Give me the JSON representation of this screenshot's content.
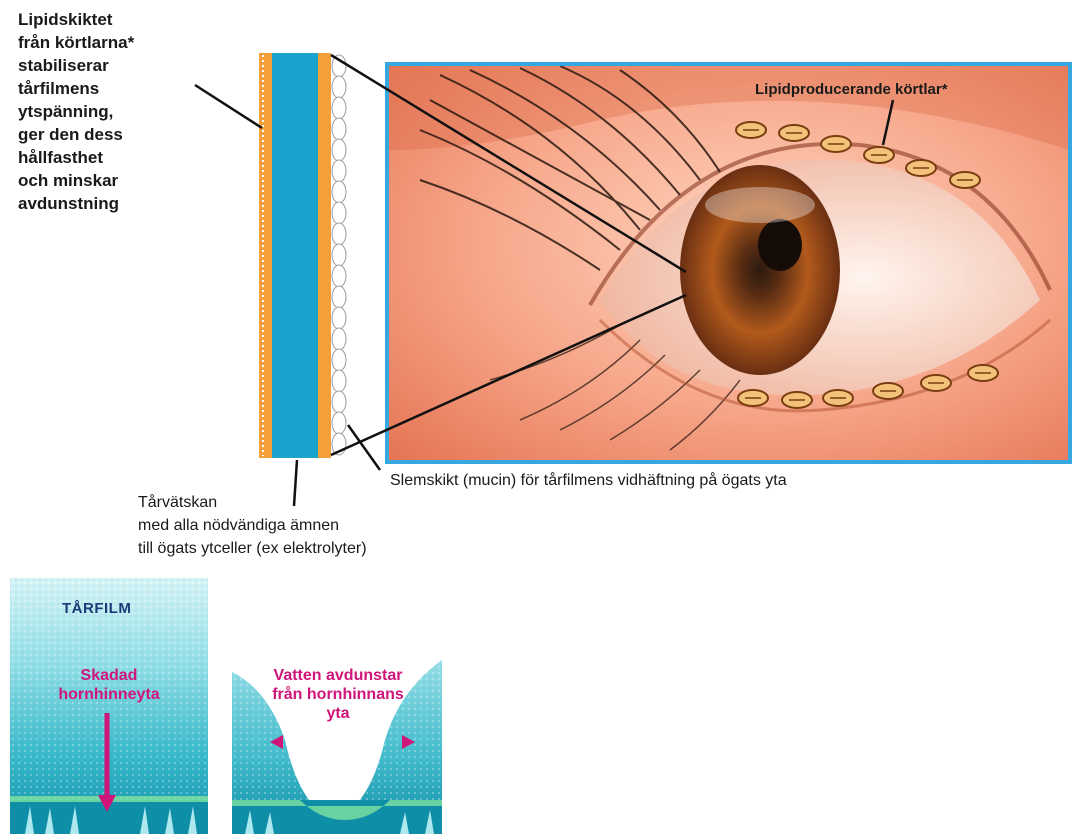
{
  "top_left_text": "Lipidskiktet\nfrån körtlarna*\nstabiliserar\ntårfilmens\nytspänning,\nger den dess\nhållfasthet\noch minskar\navdunstning",
  "glands_label": "Lipidproducerande körtlar*",
  "mucin_label": "Slemskikt (mucin) för tårfilmens vidhäftning på ögats yta",
  "tear_fluid_label": "Tårvätskan\nmed alla nödvändiga ämnen\ntill ögats ytceller (ex elektrolyter)",
  "panel1": {
    "title": "TÅRFILM",
    "caption": "Skadad\nhornhinneyta"
  },
  "panel2": {
    "caption": "Vatten avdunstar\nfrån hornhinnans\nyta"
  },
  "colors": {
    "lipid": "#f4a03a",
    "aqueous": "#1aa3cc",
    "frame": "#36a7e0",
    "pink": "#d0157a",
    "navy": "#1a3a78"
  }
}
